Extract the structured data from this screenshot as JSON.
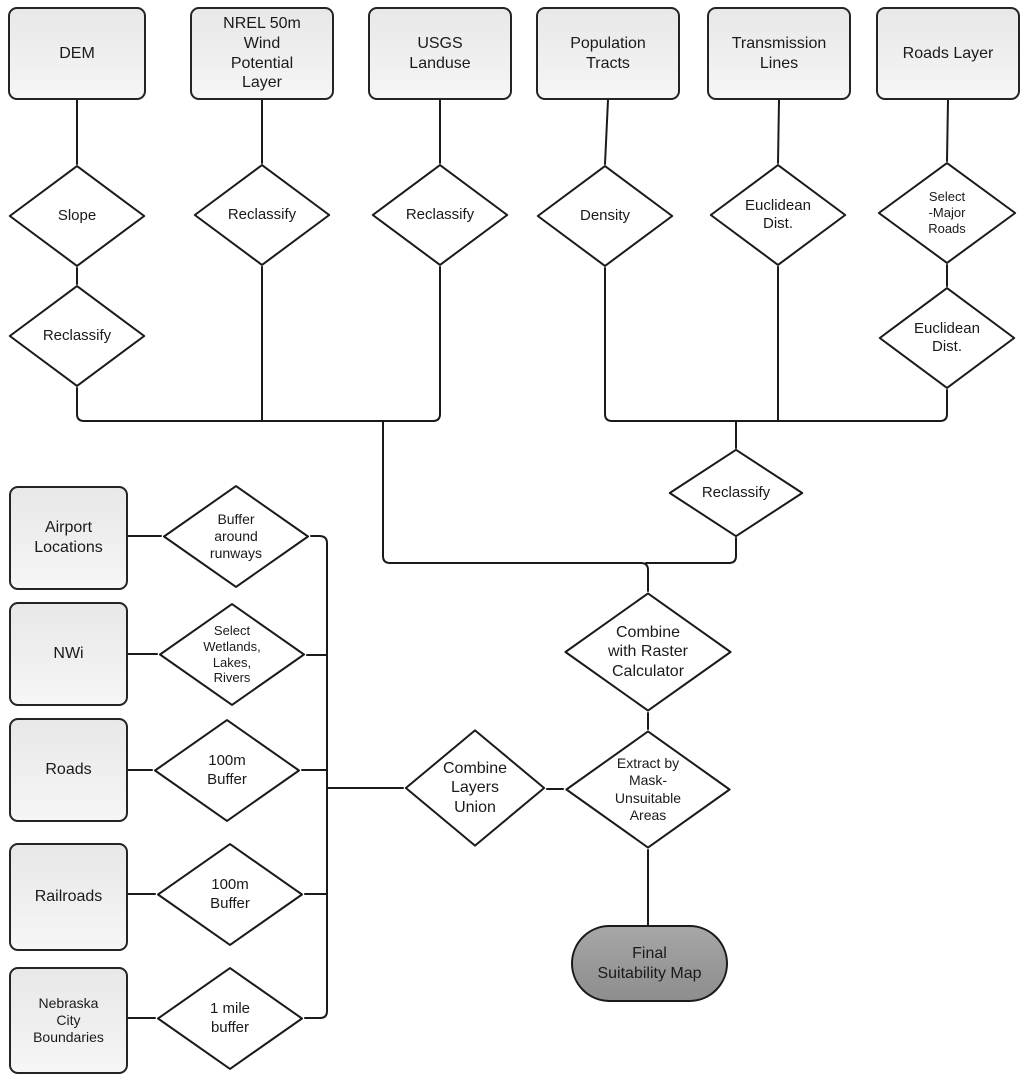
{
  "colors": {
    "background": "#ffffff",
    "line": "#1a1a1a",
    "source_box_fill": "#ededed",
    "process_diamond_fill": "#ffffff",
    "final_output_fill": "#9a9a9a",
    "text": "#1a1a1a"
  },
  "nodes": {
    "dem": {
      "label": "DEM"
    },
    "nrel_wind": {
      "label": "NREL 50m\nWind\nPotential\nLayer"
    },
    "usgs_landuse": {
      "label": "USGS\nLanduse"
    },
    "population_tracts": {
      "label": "Population\nTracts"
    },
    "transmission_lines": {
      "label": "Transmission\nLines"
    },
    "roads_layer": {
      "label": "Roads Layer"
    },
    "slope": {
      "label": "Slope"
    },
    "reclassify_nrel": {
      "label": "Reclassify"
    },
    "reclassify_usgs": {
      "label": "Reclassify"
    },
    "density": {
      "label": "Density"
    },
    "euclidean_transmission": {
      "label": "Euclidean\nDist."
    },
    "select_major_roads": {
      "label": "Select\n-Major\nRoads"
    },
    "reclassify_slope": {
      "label": "Reclassify"
    },
    "euclidean_roads": {
      "label": "Euclidean\nDist."
    },
    "reclassify_combined": {
      "label": "Reclassify"
    },
    "combine_raster": {
      "label": "Combine\nwith Raster\nCalculator"
    },
    "extract_mask": {
      "label": "Extract by\nMask-\nUnsuitable\nAreas"
    },
    "combine_union": {
      "label": "Combine\nLayers\nUnion"
    },
    "airport_locations": {
      "label": "Airport\nLocations"
    },
    "nwi": {
      "label": "NWi"
    },
    "roads": {
      "label": "Roads"
    },
    "railroads": {
      "label": "Railroads"
    },
    "nebraska_city": {
      "label": "Nebraska\nCity\nBoundaries"
    },
    "buffer_runways": {
      "label": "Buffer\naround\nrunways"
    },
    "select_wetlands": {
      "label": "Select\nWetlands,\nLakes,\nRivers"
    },
    "buffer_100m_roads": {
      "label": "100m\nBuffer"
    },
    "buffer_100m_railroads": {
      "label": "100m\nBuffer"
    },
    "buffer_1mile": {
      "label": "1 mile\nbuffer"
    },
    "final_map": {
      "label": "Final\nSuitability Map"
    }
  }
}
